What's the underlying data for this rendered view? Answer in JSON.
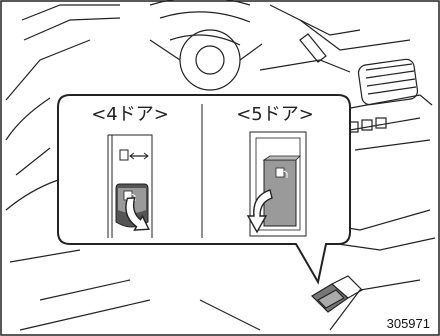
{
  "figure": {
    "label_left": "<4ドア>",
    "label_right": "<5ドア>",
    "figure_code": "305971"
  },
  "icons": {
    "fuel_pump": "fuel-pump-icon",
    "pull_arrow": "pull-arrow-icon",
    "flap_arrow": "flap-arrow-icon"
  },
  "colors": {
    "line": "#222222",
    "lever_dark": "#555555",
    "lever_light": "#9a9a9a",
    "callout_fill": "#ffffff"
  }
}
